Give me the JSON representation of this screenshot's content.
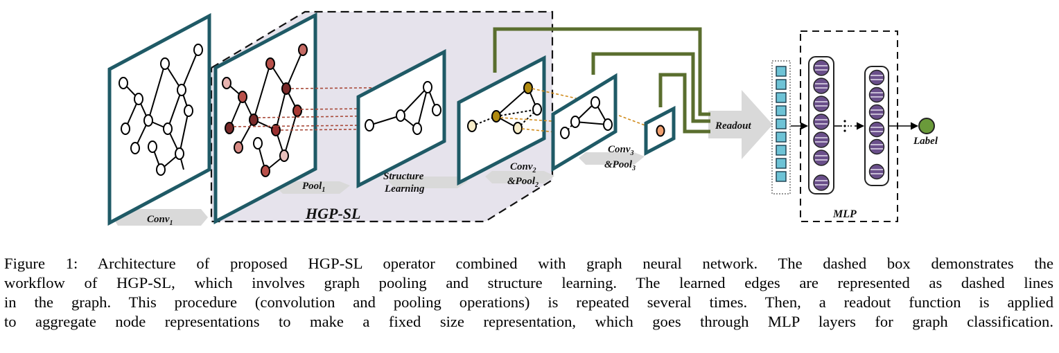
{
  "figure": {
    "labels": {
      "conv1": "Conv",
      "conv1_sub": "1",
      "pool1": "Pool",
      "pool1_sub": "1",
      "structure_learning_1": "Structure",
      "structure_learning_2": "Learning",
      "hgp_sl": "HGP-SL",
      "conv2": "Conv",
      "conv2_sub": "2",
      "pool2": "&Pool",
      "pool2_sub": "2",
      "conv3": "Conv",
      "conv3_sub": "3",
      "pool3": "&Pool",
      "pool3_sub": "3",
      "readout": "Readout",
      "mlp": "MLP",
      "label": "Label"
    },
    "colors": {
      "panel_border": "#1f5a66",
      "readout_line": "#5a6e2e",
      "pool_edge": "#a84a3a",
      "structure_edge": "#d08a1a",
      "dark_node": "#7a2a2a",
      "mid_node": "#b8504a",
      "light_node": "#e8b4b0",
      "gold_node": "#b08a10",
      "pale_node": "#f6ecc8",
      "vector_cell": "#6ec3d6",
      "mlp_neuron": "#6a4f8a",
      "label_node": "#6a9a3a"
    }
  },
  "caption": {
    "lines": [
      "Figure 1: Architecture of proposed HGP-SL operator combined with graph neural network. The dashed box demonstrates the",
      "workflow of HGP-SL, which involves graph pooling and structure learning. The learned edges are represented as dashed lines",
      "in the graph. This procedure (convolution and pooling operations) is repeated several times. Then, a readout function is applied",
      "to aggregate node representations to make a fixed size representation, which goes through MLP layers for graph classification."
    ]
  }
}
